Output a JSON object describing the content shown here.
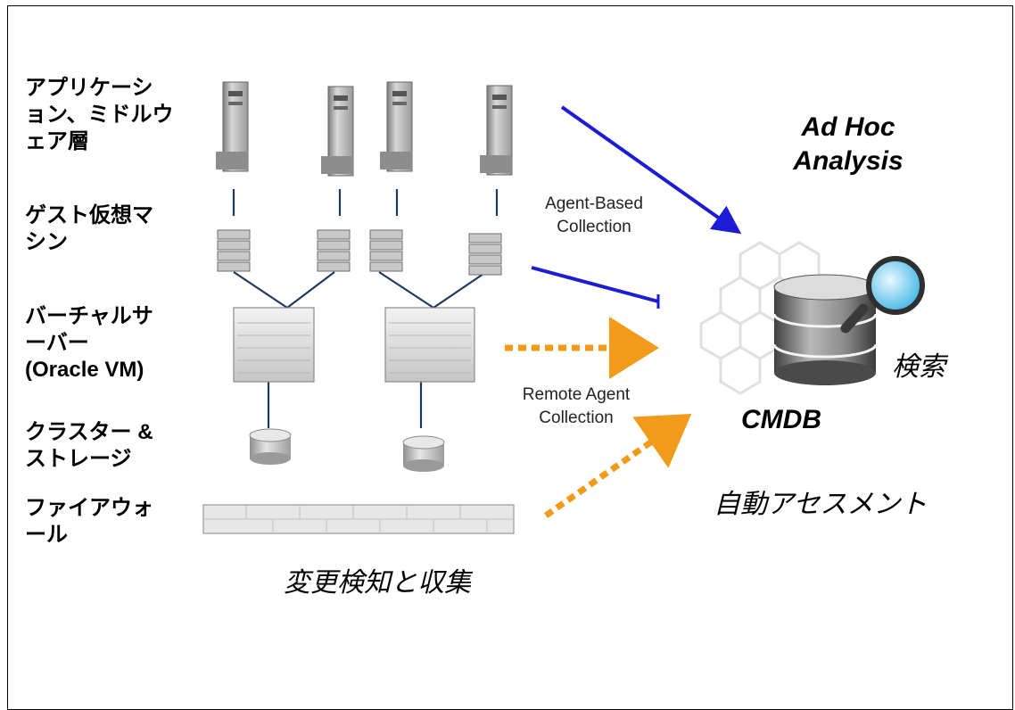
{
  "layers": {
    "app": "アプリケーシ\nョン、ミドルウ\nェア層",
    "guest": "ゲスト仮想マ\nシン",
    "virtual": "バーチャルサ\nーバー\n(Oracle VM)",
    "cluster": "クラスター &\nストレージ",
    "firewall": "ファイアウォ\nール"
  },
  "labels": {
    "ad_hoc": "Ad Hoc\nAnalysis",
    "agent_based": "Agent-Based\nCollection",
    "remote_agent": "Remote Agent\nCollection",
    "cmdb": "CMDB",
    "search": "検索",
    "auto_assessment": "自動アセスメント",
    "change_detection": "変更検知と収集"
  },
  "colors": {
    "agent_arrow": "#1c1cd6",
    "remote_arrow": "#f29b1a",
    "connector": "#1f3a5f"
  },
  "icons": {
    "server": "tower-server-icon",
    "vm": "vm-stack-icon",
    "host": "blade-server-icon",
    "storage": "storage-disk-icon",
    "firewall": "firewall-icon",
    "cmdb": "database-search-icon"
  }
}
